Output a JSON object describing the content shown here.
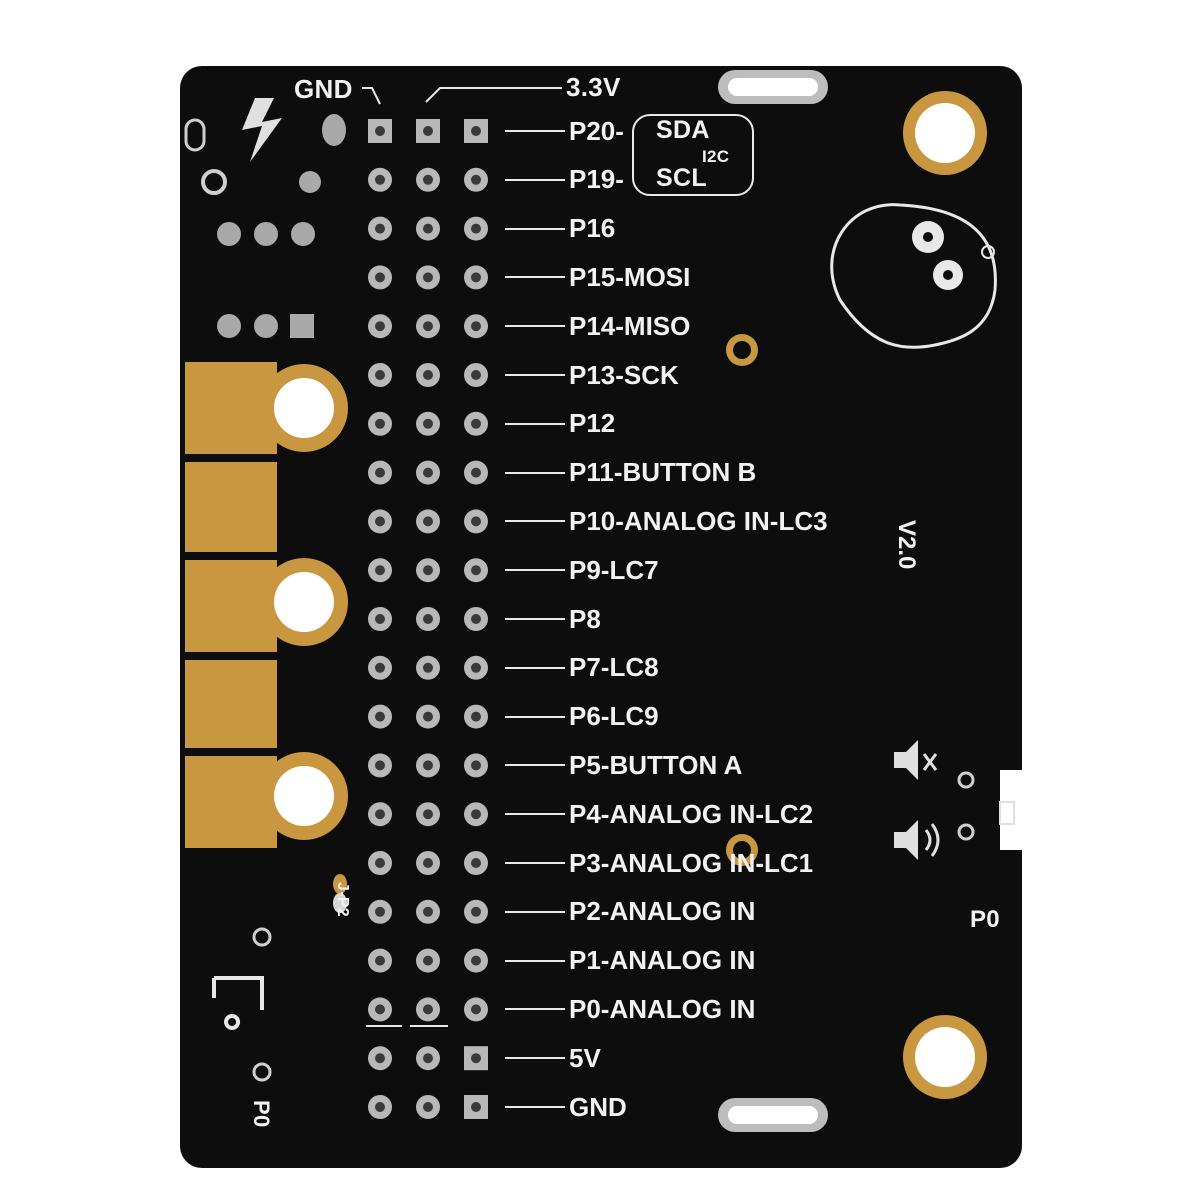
{
  "board": {
    "version": "V2.0",
    "top_labels": {
      "gnd": "GND",
      "v33": "3.3V"
    },
    "i2c": {
      "sda": "SDA",
      "scl": "SCL",
      "bus": "I2C"
    },
    "jumper_label": "J-P2",
    "p0_right": "P0",
    "p0_left": "P0",
    "pins": [
      "P20-",
      "P19-",
      "P16",
      "P15-MOSI",
      "P14-MISO",
      "P13-SCK",
      "P12",
      "P11-BUTTON B",
      "P10-ANALOG IN-LC3",
      "P9-LC7",
      "P8",
      "P7-LC8",
      "P6-LC9",
      "P5-BUTTON A",
      "P4-ANALOG IN-LC2",
      "P3-ANALOG IN-LC1",
      "P2-ANALOG IN",
      "P1-ANALOG IN",
      "P0-ANALOG IN",
      "5V",
      "GND"
    ],
    "colors": {
      "pcb": "#0d0d0d",
      "gold": "#c9973f",
      "silk": "#f2f2f2",
      "pad": "#b8b8b8"
    }
  }
}
